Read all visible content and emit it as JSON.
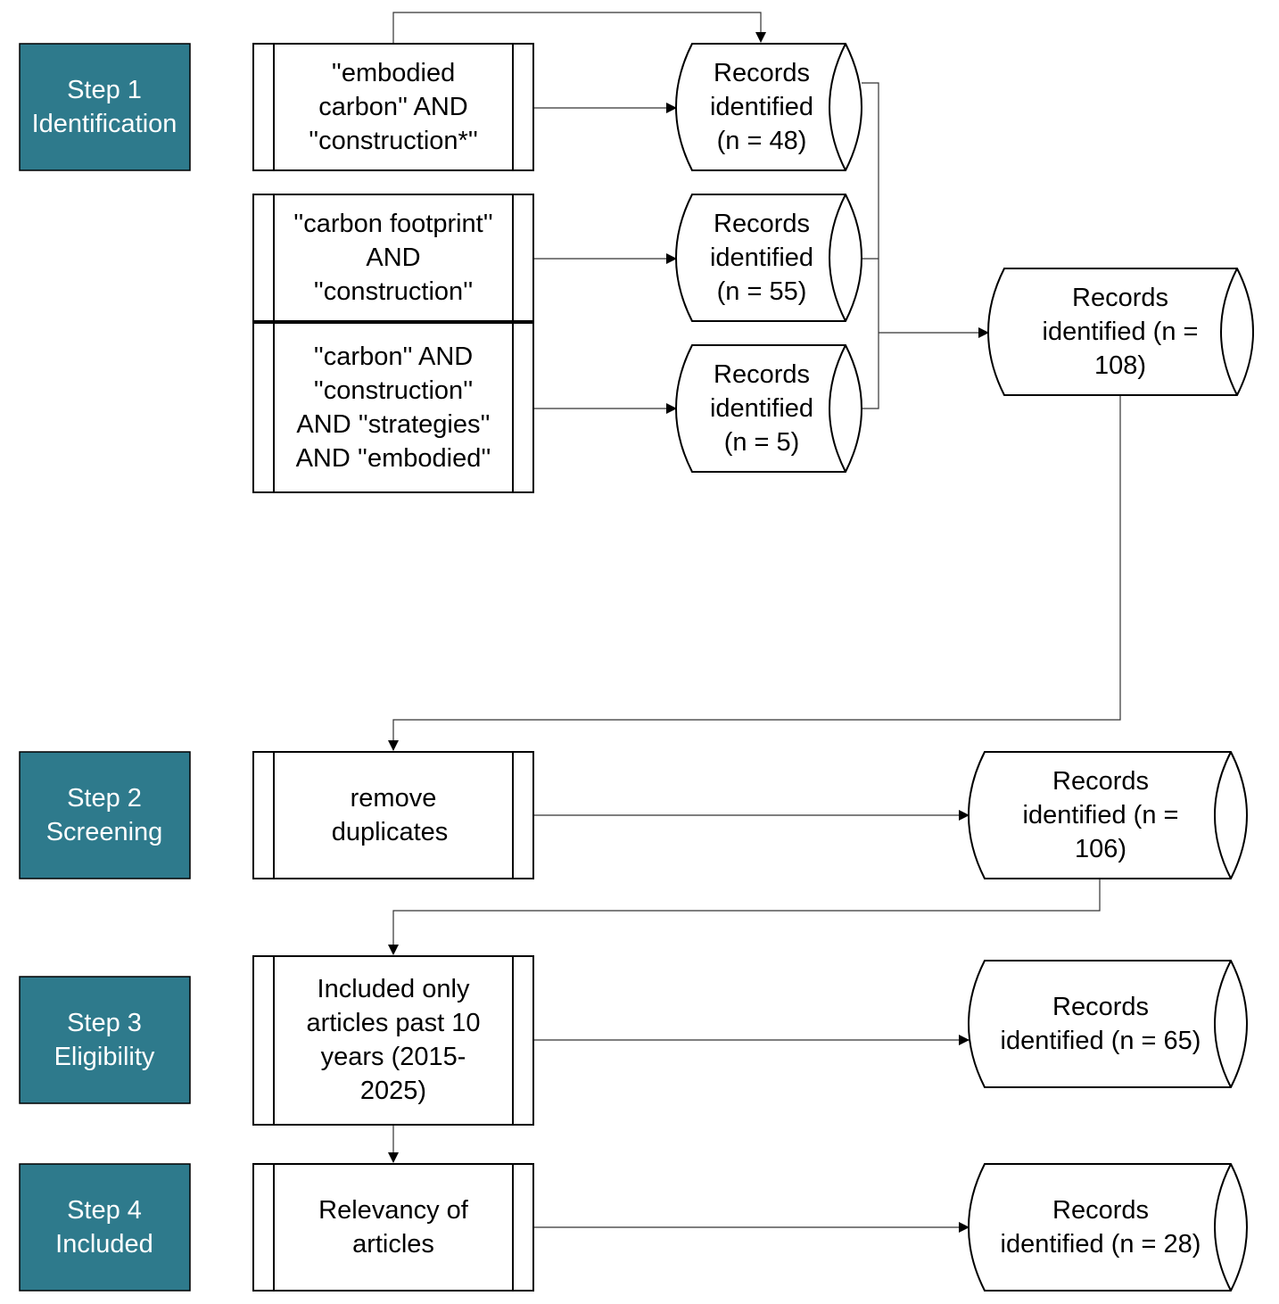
{
  "colors": {
    "step_fill": "#2e7a8c",
    "step_text": "#ffffff",
    "line": "#000000"
  },
  "steps": [
    {
      "line1": "Step 1",
      "line2": "Identification"
    },
    {
      "line1": "Step 2",
      "line2": "Screening"
    },
    {
      "line1": "Step 3",
      "line2": "Eligibility"
    },
    {
      "line1": "Step 4",
      "line2": "Included"
    }
  ],
  "process_boxes": [
    {
      "lines": [
        "''embodied",
        "carbon'' AND",
        "''construction*''"
      ]
    },
    {
      "lines": [
        "''carbon footprint''",
        "AND",
        "''construction''"
      ]
    },
    {
      "lines": [
        "''carbon'' AND",
        "''construction''",
        "AND ''strategies''",
        "AND ''embodied''"
      ]
    },
    {
      "lines": [
        "remove",
        "duplicates"
      ]
    },
    {
      "lines": [
        "Included only",
        "articles past 10",
        "years (2015-",
        "2025)"
      ]
    },
    {
      "lines": [
        "Relevancy of",
        "articles"
      ]
    }
  ],
  "record_boxes": [
    {
      "lines": [
        "Records",
        "identified",
        "(n = 48)"
      ]
    },
    {
      "lines": [
        "Records",
        "identified",
        "(n = 55)"
      ]
    },
    {
      "lines": [
        "Records",
        "identified",
        "(n = 5)"
      ]
    },
    {
      "lines": [
        "Records",
        "identified (n =",
        "108)"
      ]
    },
    {
      "lines": [
        "Records",
        "identified (n =",
        "106)"
      ]
    },
    {
      "lines": [
        "Records",
        "identified (n = 65)"
      ]
    },
    {
      "lines": [
        "Records",
        "identified (n = 28)"
      ]
    }
  ]
}
